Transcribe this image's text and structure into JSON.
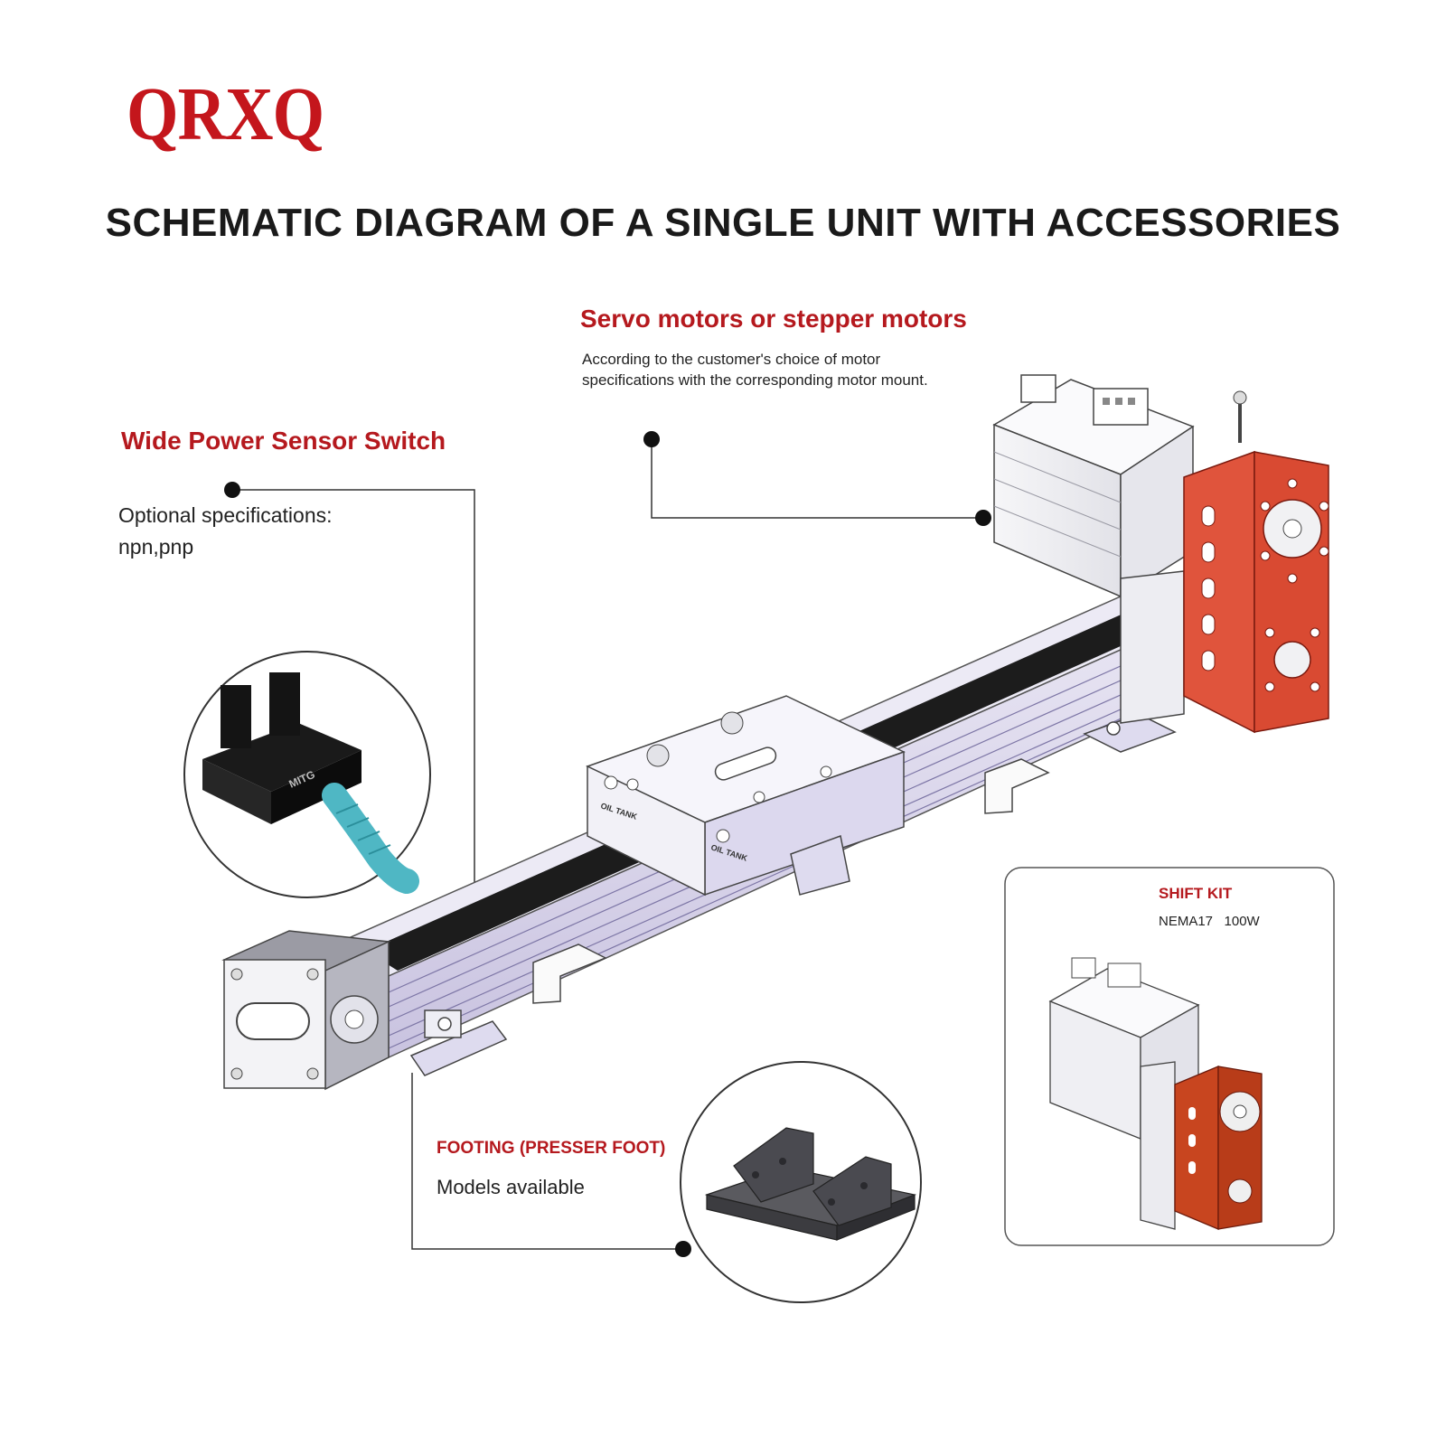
{
  "brand": {
    "logo": "QRXQ",
    "accent": "#c4161c"
  },
  "title": "SCHEMATIC DIAGRAM OF A SINGLE UNIT WITH ACCESSORIES",
  "callouts": {
    "motor": {
      "heading": "Servo motors or stepper motors",
      "description_line1": "According to the customer's choice of motor",
      "description_line2": "specifications with the corresponding motor mount."
    },
    "sensor": {
      "heading": "Wide Power Sensor Switch",
      "line1": "Optional specifications:",
      "line2": "npn,pnp"
    },
    "shift_kit": {
      "heading": "SHIFT KIT",
      "spec": "NEMA17   100W"
    },
    "footing": {
      "heading": "FOOTING (PRESSER FOOT)",
      "description": "Models available"
    }
  },
  "part_labels": {
    "oil_tank_1": "OIL TANK",
    "oil_tank_2": "OIL TANK",
    "sensor_brand": "MITG"
  },
  "colors": {
    "heading_red": "#b5191e",
    "motor_mount": "#e0543c",
    "rail_purple": "#d9d4ec",
    "belt": "#1c1c1c",
    "sensor_body": "#111111",
    "sensor_cable": "#4fb7c4"
  }
}
